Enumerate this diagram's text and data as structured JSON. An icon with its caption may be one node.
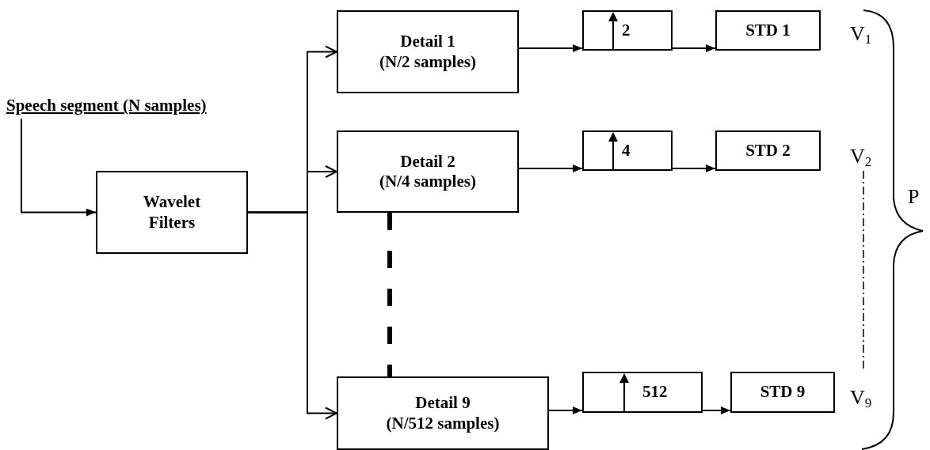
{
  "diagram": {
    "nodes": [
      {
        "text": [
          "Speech segment (N samples)"
        ]
      },
      {
        "text": [
          "Wavelet Filters"
        ]
      },
      {
        "text": [
          "Detail 1",
          "(N/2 samples)"
        ]
      },
      {
        "text": [
          "Detail 2",
          "(N/4 samples)"
        ]
      },
      {
        "text": [
          "Detail 9",
          "(N/512 samples)"
        ]
      },
      {
        "text": [
          "2"
        ]
      },
      {
        "text": [
          "STD 1"
        ]
      },
      {
        "text": [
          "4"
        ]
      },
      {
        "text": [
          "STD 2"
        ]
      },
      {
        "text": [
          "512"
        ]
      },
      {
        "text": [
          "STD 9"
        ]
      }
    ],
    "edges": [
      {
        "from": 0,
        "to": 1,
        "arrow": "to"
      },
      {
        "from": 1,
        "to": 2,
        "arrow": "to"
      },
      {
        "from": 1,
        "to": 3,
        "arrow": "to"
      },
      {
        "from": 1,
        "to": 4,
        "arrow": "to"
      },
      {
        "from": 2,
        "to": 5,
        "arrow": "to"
      },
      {
        "from": 5,
        "to": 6,
        "arrow": "to"
      },
      {
        "from": 3,
        "to": 7,
        "arrow": "to"
      },
      {
        "from": 7,
        "to": 8,
        "arrow": "to"
      },
      {
        "from": 4,
        "to": 9,
        "arrow": "to"
      },
      {
        "from": 9,
        "to": 10,
        "arrow": "to"
      },
      {
        "from": 3,
        "to": 4,
        "arrow": "none",
        "style": "dashed"
      }
    ],
    "labels": [
      "V$_{1}$",
      "V$_{2}$",
      "V$_{9}$",
      "P"
    ]
  }
}
